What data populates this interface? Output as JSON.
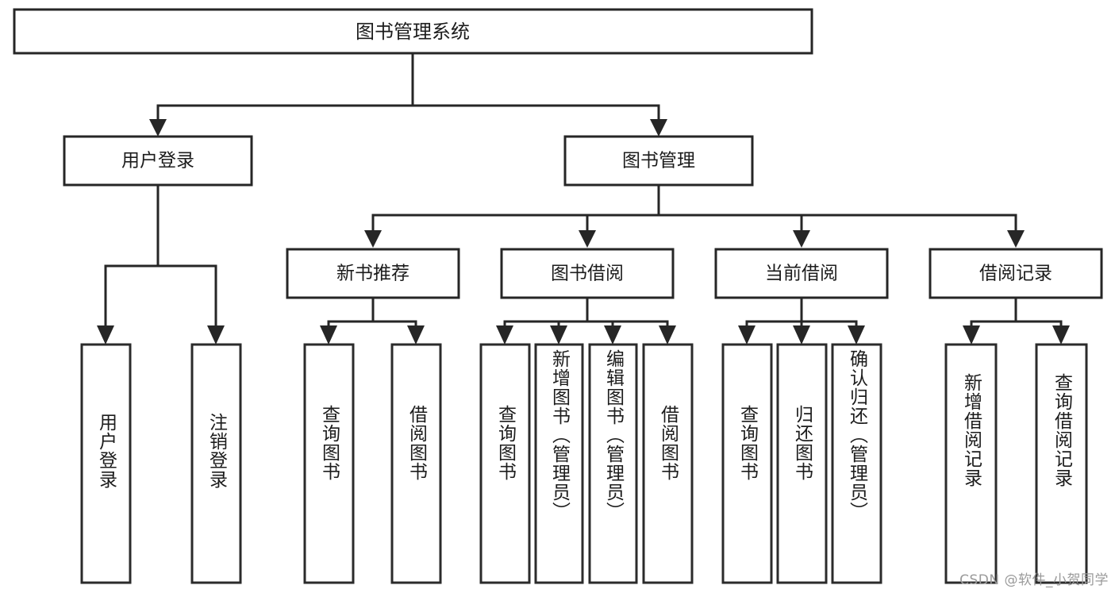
{
  "diagram": {
    "type": "tree",
    "title": "图书管理系统",
    "orientation": "top-down",
    "colors": {
      "box_stroke": "#262626",
      "box_fill": "#ffffff",
      "connector": "#262626",
      "text": "#1c1c1c",
      "watermark": "#9a9a9a"
    },
    "root": {
      "label": "图书管理系统"
    },
    "level1": [
      {
        "label": "用户登录"
      },
      {
        "label": "图书管理"
      }
    ],
    "level2": [
      {
        "label": "新书推荐"
      },
      {
        "label": "图书借阅"
      },
      {
        "label": "当前借阅"
      },
      {
        "label": "借阅记录"
      }
    ],
    "leaves": {
      "user_login": [
        {
          "label": "用户登录"
        },
        {
          "label": "注销登录"
        }
      ],
      "new_book_recommend": [
        {
          "label": "查询图书"
        },
        {
          "label": "借阅图书"
        }
      ],
      "book_borrow": [
        {
          "label": "查询图书"
        },
        {
          "label": "新增图书（管理员）"
        },
        {
          "label": "编辑图书（管理员）"
        },
        {
          "label": "借阅图书"
        }
      ],
      "current_borrow": [
        {
          "label": "查询图书"
        },
        {
          "label": "归还图书"
        },
        {
          "label": "确认归还（管理员）"
        }
      ],
      "borrow_record": [
        {
          "label": "新增借阅记录"
        },
        {
          "label": "查询借阅记录"
        }
      ]
    }
  },
  "watermark": {
    "text": "CSDN @软件_小贺同学"
  }
}
